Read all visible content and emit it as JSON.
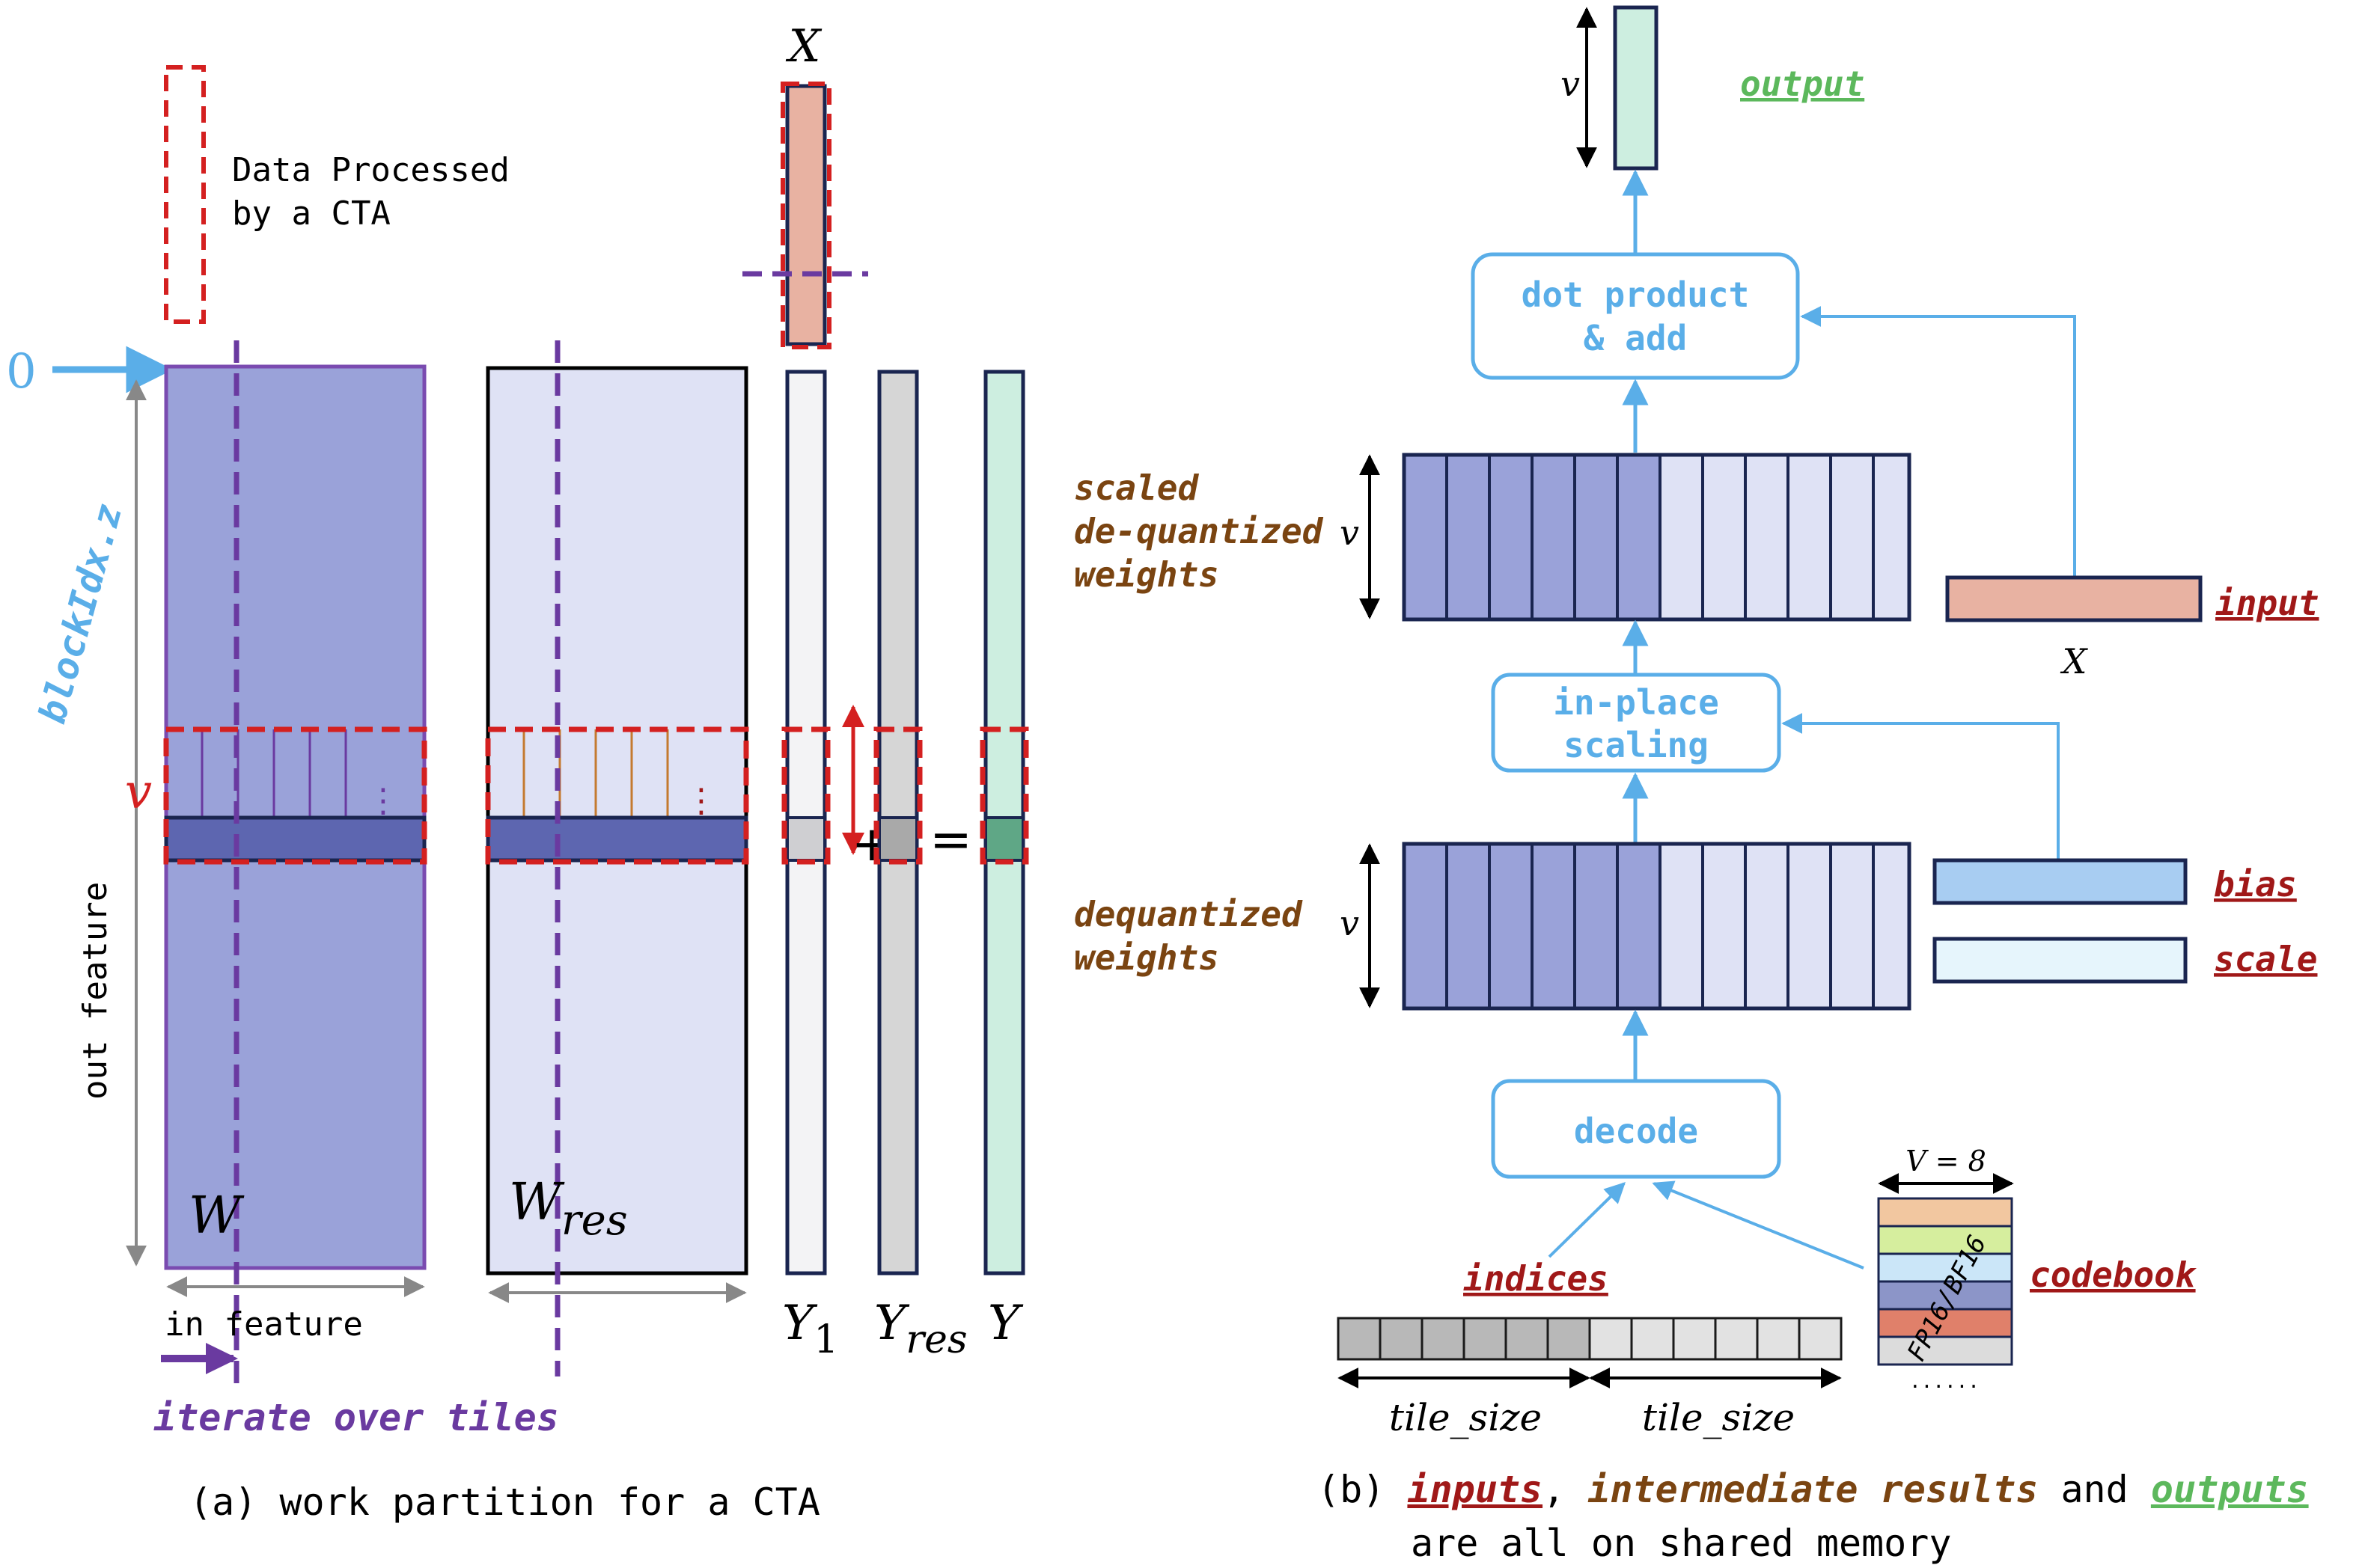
{
  "colors": {
    "w_fill": "#9aa2d9",
    "w_dark": "#5d66b0",
    "w_stroke": "#7a4bb0",
    "wres_fill": "#dfe2f5",
    "purple": "#6a3aa0",
    "red": "#d42020",
    "blue": "#5aaee8",
    "input_fill": "#e8b2a2",
    "output_fill": "#cdeee0",
    "bias_fill": "#a8cdf2",
    "scale_fill": "#e6f5fc",
    "brown": "#7a4411",
    "dark_red": "#a01818",
    "green": "#5cb85c"
  },
  "panel_a": {
    "legend_text_1": "Data Processed",
    "legend_text_2": "by a CTA",
    "x_label": "X",
    "zero": "0",
    "blockidx": "blockIdx.z",
    "v_label": "v",
    "out_feature": "out feature",
    "in_feature": "in feature",
    "w_label": "W",
    "wres_base": "W",
    "wres_sub": "res",
    "y1_base": "Y",
    "y1_sub": "1",
    "yres_base": "Y",
    "yres_sub": "res",
    "y_label": "Y",
    "plus": "+",
    "equals": "=",
    "dots": "⋮",
    "iterate": "iterate over tiles",
    "caption": "(a) work partition for a CTA"
  },
  "panel_b": {
    "output_label": "output",
    "v": "v",
    "dot_product_1": "dot product",
    "dot_product_2": "& add",
    "scaled_1": "scaled",
    "scaled_2": "de-quantized",
    "scaled_3": "weights",
    "input_label": "input",
    "x_label": "X",
    "inplace_1": "in-place",
    "inplace_2": "scaling",
    "dequant_1": "dequantized",
    "dequant_2": "weights",
    "bias_label": "bias",
    "scale_label": "scale",
    "decode": "decode",
    "indices": "indices",
    "codebook": "codebook",
    "V8": "V = 8",
    "fp16": "FP16/BF16",
    "codebook_dots": "......",
    "tile_size_1": "tile_size",
    "tile_size_2": "tile_size",
    "caption_b": "(b)",
    "caption_inputs": "inputs",
    "caption_comma": ",",
    "caption_intermediate": "intermediate results",
    "caption_and": "and",
    "caption_outputs": "outputs",
    "caption_line2": "are all on shared memory"
  }
}
